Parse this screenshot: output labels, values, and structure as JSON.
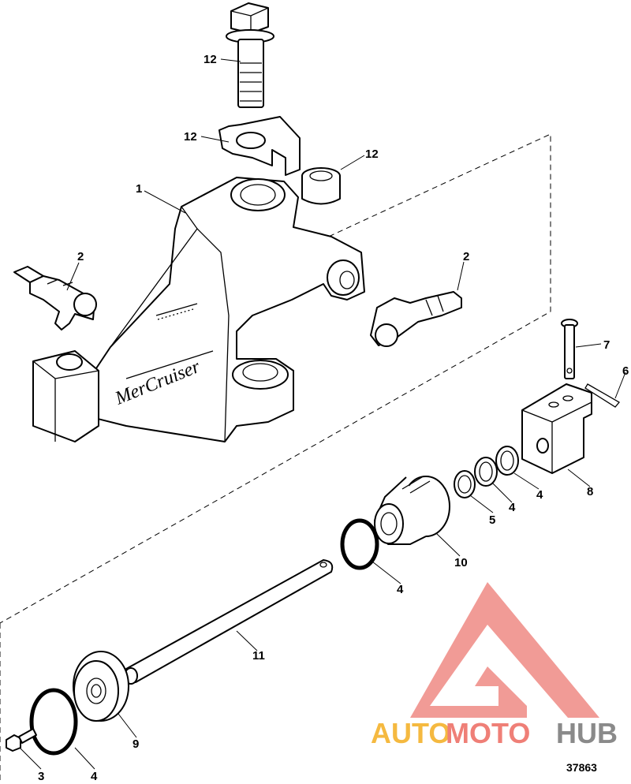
{
  "callouts": {
    "c12_bolt": "12",
    "c12_lockplate": "12",
    "c12_bushing": "12",
    "c1": "1",
    "c2_left": "2",
    "c2_right": "2",
    "c7": "7",
    "c6": "6",
    "c8": "8",
    "c4_a": "4",
    "c4_b": "4",
    "c5": "5",
    "c10": "10",
    "c4_c": "4",
    "c11": "11",
    "c9": "9",
    "c4_d": "4",
    "c3": "3"
  },
  "figure_number": "37863",
  "watermark": {
    "part1": "AUTO",
    "part2": "MOTO",
    "part3": "HUB"
  },
  "colors": {
    "watermark_triangle": "#ef8a84",
    "watermark_auto": "#f5b940",
    "watermark_moto": "#ef7f77",
    "watermark_hub": "#8a8a8a"
  }
}
